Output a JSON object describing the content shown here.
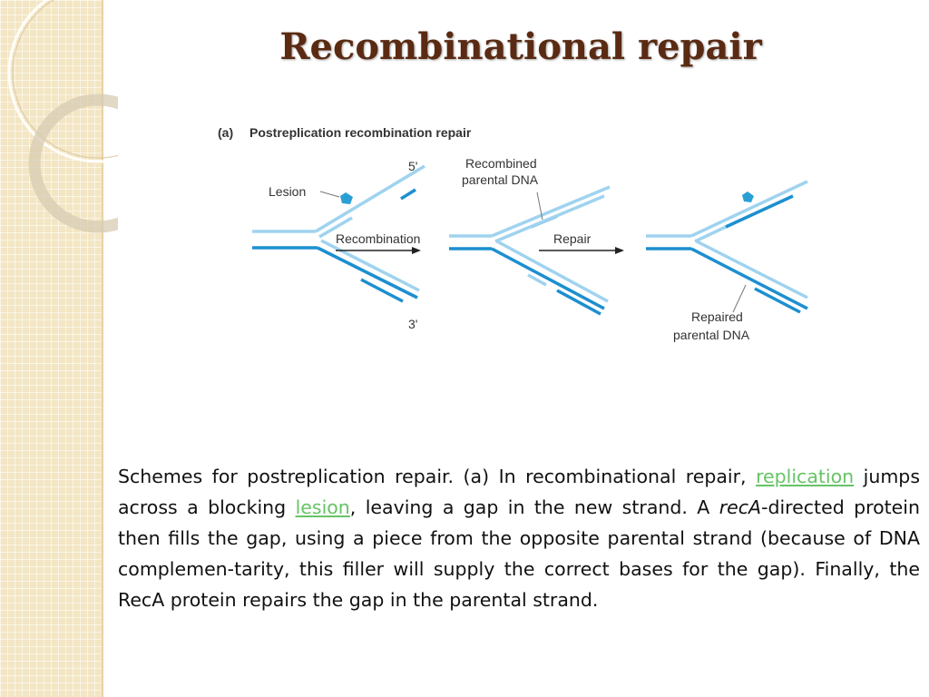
{
  "slide": {
    "title": "Recombinational repair"
  },
  "diagram": {
    "panel_label": "(a)",
    "panel_title": "Postreplication recombination repair",
    "labels": {
      "lesion": "Lesion",
      "five_prime": "5'",
      "three_prime": "3'",
      "recombined_line1": "Recombined",
      "recombined_line2": "parental DNA",
      "recombination": "Recombination",
      "repair": "Repair",
      "repaired_line1": "Repaired",
      "repaired_line2": "parental DNA"
    },
    "colors": {
      "dark_strand": "#1c8fd0",
      "light_strand": "#9fd3ef",
      "lesion": "#2a9fd6"
    }
  },
  "caption": {
    "part1": "Schemes for postreplication repair. (a) In recombinational repair, ",
    "link1": "replication",
    "part2": " jumps across a blocking ",
    "link2": "lesion",
    "part3": ", leaving a gap in the new strand. A ",
    "italic": "recA",
    "part4": "-directed protein then fills the gap, using a piece from the opposite parental strand (because of DNA complemen-tarity, this filler will supply the correct bases for the gap). Finally, the RecA protein repairs the gap in the parental strand."
  },
  "colors": {
    "title": "#5a2a12",
    "link": "#66c466",
    "sidebar": "#f3e6c4"
  }
}
